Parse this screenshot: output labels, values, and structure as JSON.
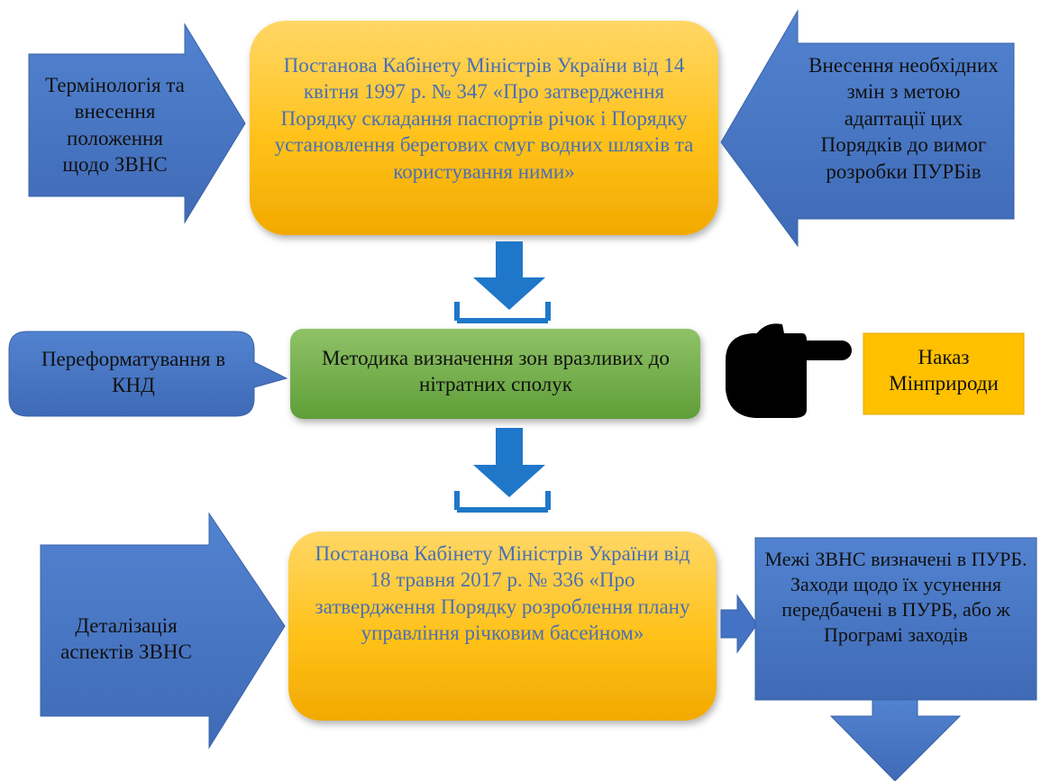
{
  "nodes": {
    "top_decree": "Постанова Кабінету Міністрів України від 14 квітня 1997 р. № 347 «Про затвердження Порядку складання паспортів річок і Порядку установлення берегових смуг водних шляхів та користування ними»",
    "left_arrow_top": "Термінологія та внесення положення щодо ЗВНС",
    "right_arrow_top": "Внесення необхідних змін з метою адаптації цих Порядків до вимог розробки ПУРБів",
    "methodology": "Методика визначення зон вразливих до нітратних сполук",
    "reformatting": "Переформатування в КНД",
    "order": "Наказ Мінприроди",
    "bottom_decree": "Постанова Кабінету Міністрів України від 18 травня 2017 р. № 336 «Про затвердження Порядку розроблення плану управління річковим басейном»",
    "left_arrow_bottom": "Деталізація аспектів ЗВНС",
    "right_box_bottom": "Межі ЗВНС визначені в ПУРБ. Заходи щодо їх усунення передбачені в ПУРБ, або ж Програмі заходів"
  },
  "icons": {
    "download_arrow_1": "download-icon",
    "download_arrow_2": "download-icon",
    "pointing_hand": "pointing-hand-icon"
  },
  "colors": {
    "blue_shape": "#4472c4",
    "blue_arrow": "#1f77c9",
    "gold_box": "#ffc000",
    "green_box": "#70ad47",
    "order_box": "#ffc000"
  }
}
